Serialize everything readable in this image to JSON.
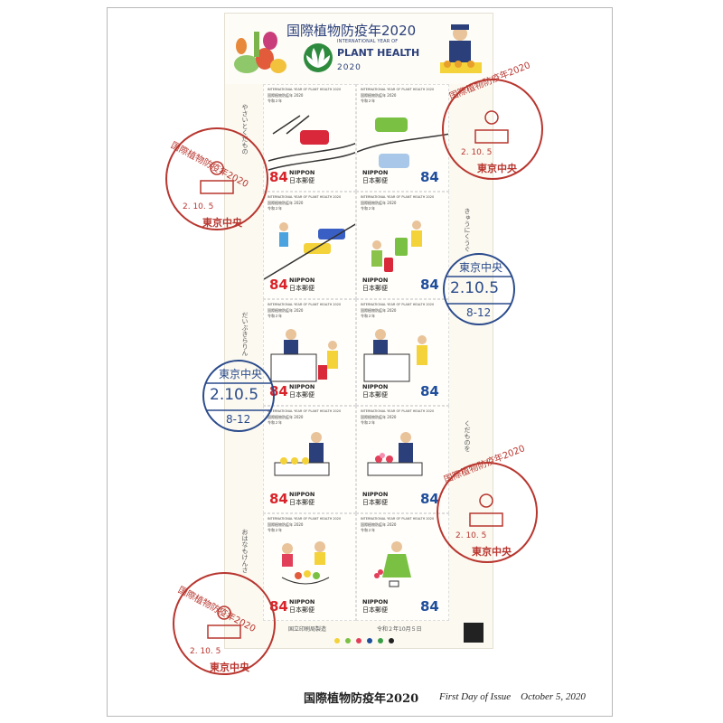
{
  "sheet": {
    "title_jp": "国際植物防疫年2020",
    "intl_line": "INTERNATIONAL YEAR OF",
    "plant_health": "PLANT HEALTH",
    "year": "2020",
    "printer": "国立印刷局製造",
    "issue_date_jp": "令和２年10月５日"
  },
  "stamp_text": {
    "en": "INTERNATIONAL YEAR OF PLANT HEALTH 2020",
    "jp": "国際植物防疫年 2020",
    "era": "令和２年",
    "nippon": "NIPPON",
    "post": "日本郵便",
    "value": "84"
  },
  "side_texts": [
    "やさいとくだもの",
    "きゅうにくうぐ",
    "だいぶきらりん",
    "くだものを",
    "おはなもけんさ"
  ],
  "postmarks": {
    "pictorial_text": "国際植物防疫年2020",
    "pictorial_date": "2. 10. 5",
    "pictorial_office": "東京中央",
    "round_office": "東京中央",
    "round_date": "2.10.5",
    "round_time": "8-12"
  },
  "caption": {
    "title_jp": "国際植物防疫年2020",
    "first_day": "First Day of Issue　October 5, 2020"
  },
  "colors": {
    "ink_red": "#b8362f",
    "ink_blue": "#2b4b8c",
    "value_red": "#d8232a",
    "value_blue": "#1f4e9c"
  }
}
